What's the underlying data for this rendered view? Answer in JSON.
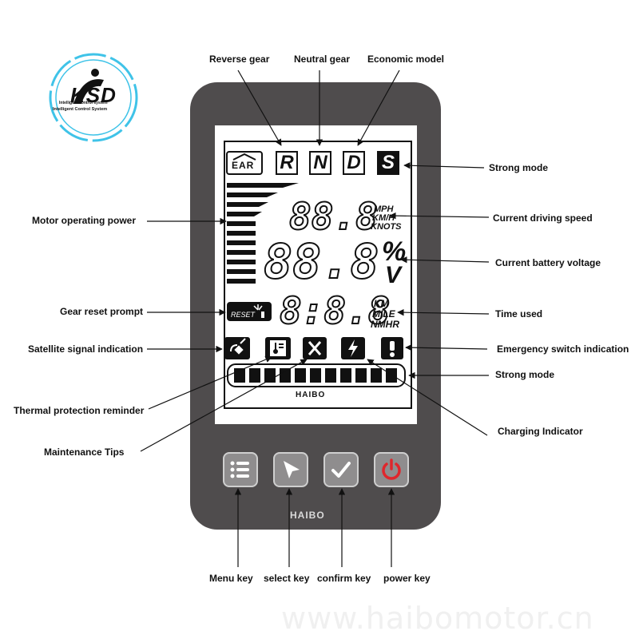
{
  "labels": {
    "reverse_gear": "Reverse gear",
    "neutral_gear": "Neutral gear",
    "economic_model": "Economic model",
    "strong_mode_top": "Strong mode",
    "motor_power": "Motor operating power",
    "driving_speed": "Current driving speed",
    "battery_voltage": "Current battery voltage",
    "gear_reset": "Gear reset prompt",
    "time_used": "Time used",
    "satellite": "Satellite signal indication",
    "emergency": "Emergency switch indication",
    "strong_mode_bottom": "Strong mode",
    "thermal": "Thermal protection reminder",
    "maintenance": "Maintenance Tips",
    "charging": "Charging Indicator",
    "menu_key": "Menu key",
    "select_key": "select key",
    "confirm_key": "confirm key",
    "power_key": "power key"
  },
  "display": {
    "gear_icon_text": "EAR",
    "gear_r": "R",
    "gear_n": "N",
    "gear_d": "D",
    "gear_s": "S",
    "speed_digits": "88.8",
    "speed_units": [
      "MPH",
      "KM/H",
      "KNOTS"
    ],
    "voltage_digits": "88.8",
    "voltage_percent": "%",
    "voltage_unit": "V",
    "reset_text": "RESET",
    "time_digits": "8:8.8",
    "time_units": [
      "KM",
      "MILE",
      "NMHR"
    ],
    "lcd_brand": "HAIBO"
  },
  "device": {
    "brand": "HAIBO"
  },
  "logo": {
    "letters": "KSD",
    "tagline_1": "Intelligent control system",
    "tagline_2": "Intelligent Control System"
  },
  "watermark": "www.haibomotor.cn",
  "colors": {
    "device_body": "#4f4c4d",
    "key_face": "#8f8d8e",
    "power_icon": "#e0262c",
    "logo_ring": "#3fc3e8"
  },
  "icons": [
    "gear-sun-icon",
    "satellite-icon",
    "thermometer-icon",
    "wrench-icon",
    "lightning-icon",
    "exclamation-icon",
    "menu-list-icon",
    "select-arrow-icon",
    "checkmark-icon",
    "power-icon"
  ]
}
